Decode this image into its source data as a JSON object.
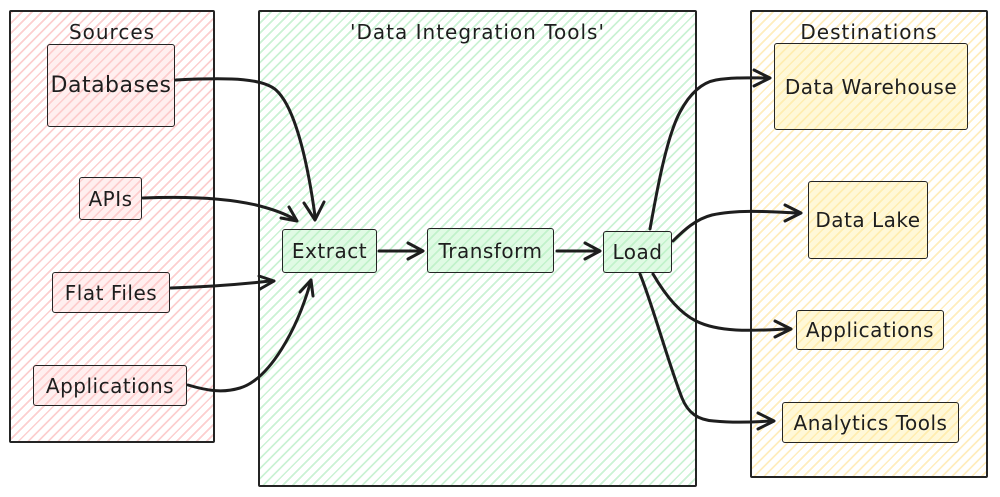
{
  "panels": {
    "sources": {
      "title": "Sources",
      "nodes": {
        "databases": "Databases",
        "apis": "APIs",
        "flat_files": "Flat Files",
        "applications": "Applications"
      }
    },
    "integration": {
      "title": "'Data Integration Tools'",
      "nodes": {
        "extract": "Extract",
        "transform": "Transform",
        "load": "Load"
      }
    },
    "destinations": {
      "title": "Destinations",
      "nodes": {
        "data_warehouse": "Data Warehouse",
        "data_lake": "Data Lake",
        "applications": "Applications",
        "analytics_tools": "Analytics Tools"
      }
    }
  },
  "edges": [
    {
      "from": "Databases",
      "to": "Extract"
    },
    {
      "from": "APIs",
      "to": "Extract"
    },
    {
      "from": "Flat Files",
      "to": "Extract"
    },
    {
      "from": "Applications",
      "to": "Extract"
    },
    {
      "from": "Extract",
      "to": "Transform"
    },
    {
      "from": "Transform",
      "to": "Load"
    },
    {
      "from": "Load",
      "to": "Data Warehouse"
    },
    {
      "from": "Load",
      "to": "Data Lake"
    },
    {
      "from": "Load",
      "to": "Applications"
    },
    {
      "from": "Load",
      "to": "Analytics Tools"
    }
  ],
  "colors": {
    "stroke": "#1e1e1e",
    "sources_hatch": "#ffc9c9",
    "integration_hatch": "#b2f2bb",
    "destinations_hatch": "#ffec99"
  }
}
